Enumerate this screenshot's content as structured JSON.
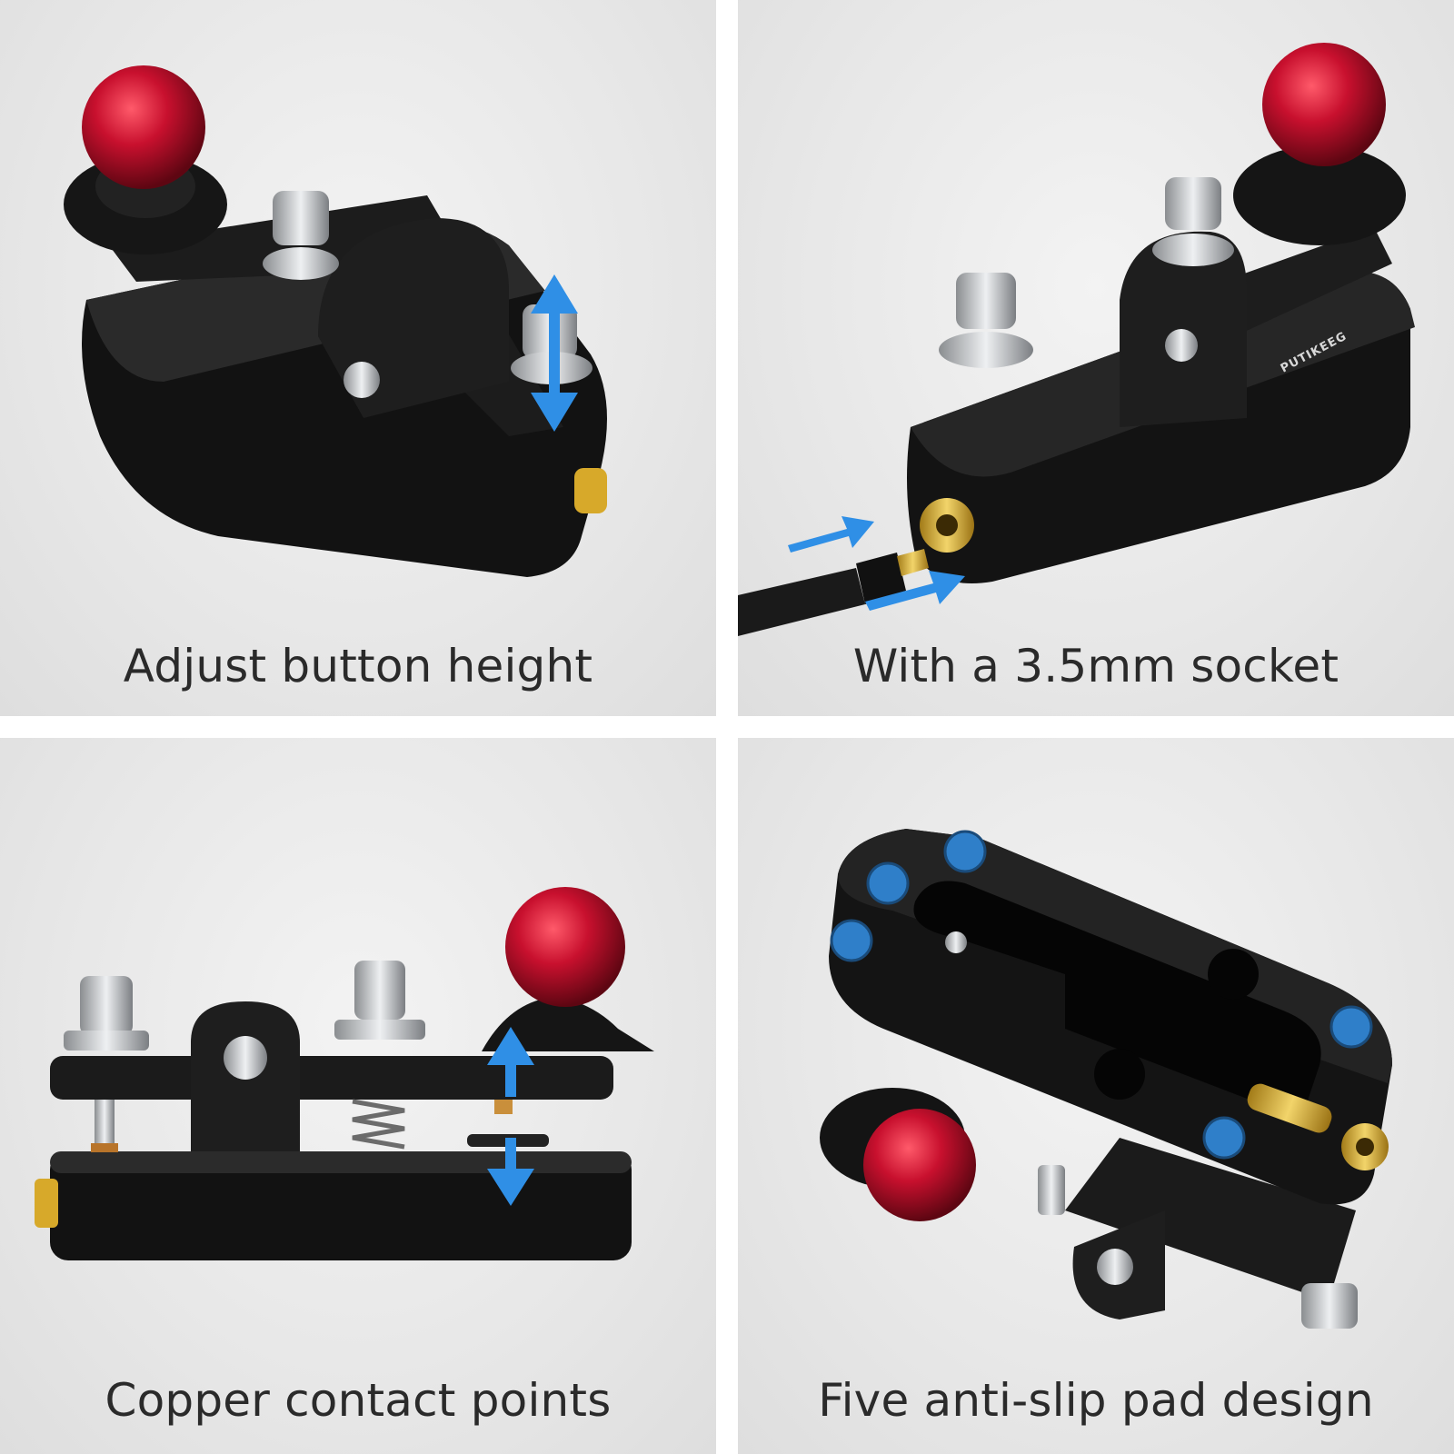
{
  "panels": [
    {
      "caption": "Adjust button height"
    },
    {
      "caption": "With a 3.5mm socket",
      "logo": "PUTIKEEG"
    },
    {
      "caption": "Copper contact points"
    },
    {
      "caption": "Five anti-slip pad design"
    }
  ],
  "icons": {
    "arrow_vertical": "double-arrow-vertical-icon",
    "arrow_insert": "insert-arrow-icon"
  },
  "colors": {
    "body": "#151515",
    "knob": "#c8102e",
    "arrow": "#2f8fe6",
    "pad": "#2f7fc9",
    "brass": "#d7a92a",
    "steel": "#c7c9cc",
    "caption": "#2a2a2a"
  }
}
